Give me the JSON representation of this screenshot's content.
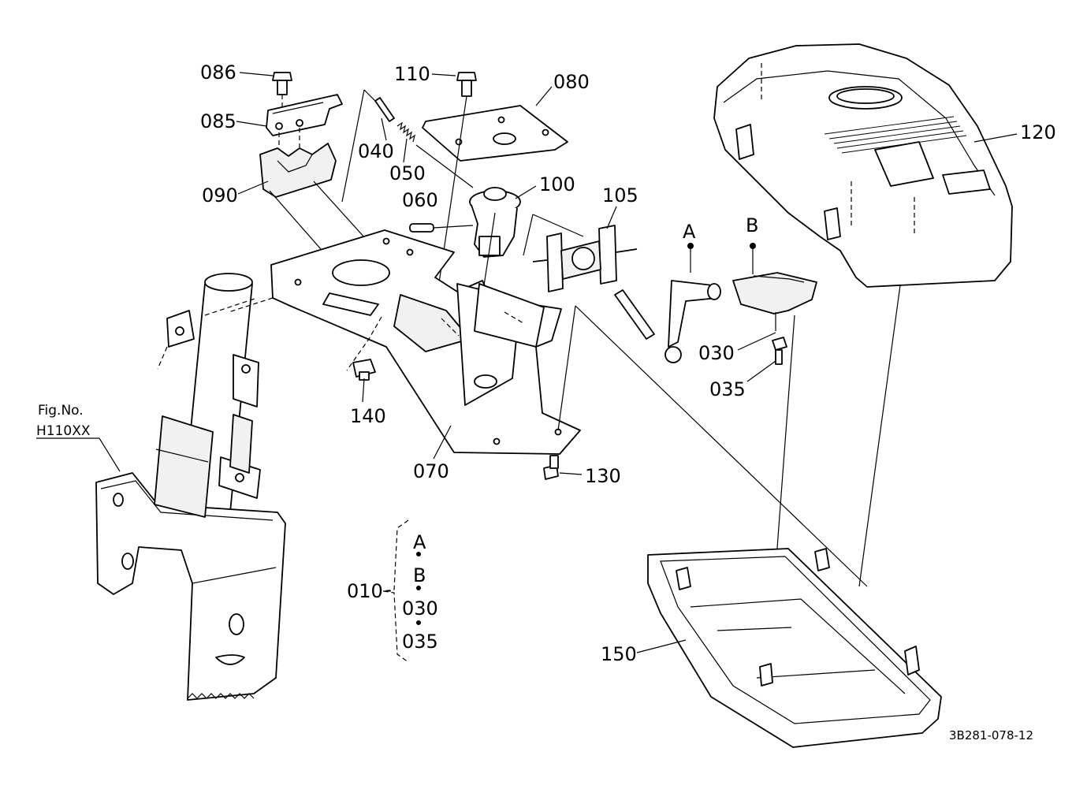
{
  "parts": {
    "p086": "086",
    "p085": "085",
    "p090": "090",
    "p110": "110",
    "p080": "080",
    "p040": "040",
    "p050": "050",
    "p100": "100",
    "p060": "060",
    "p105": "105",
    "pA": "A",
    "pB": "B",
    "p120": "120",
    "p030": "030",
    "p035": "035",
    "p140": "140",
    "p070": "070",
    "p130": "130",
    "p150": "150"
  },
  "fig_ref": {
    "line1": "Fig.No.",
    "line2": "H110XX"
  },
  "kit": {
    "label": "010",
    "items": [
      "A",
      "B",
      "030",
      "035"
    ]
  },
  "drawing_code": "3B281-078-12"
}
